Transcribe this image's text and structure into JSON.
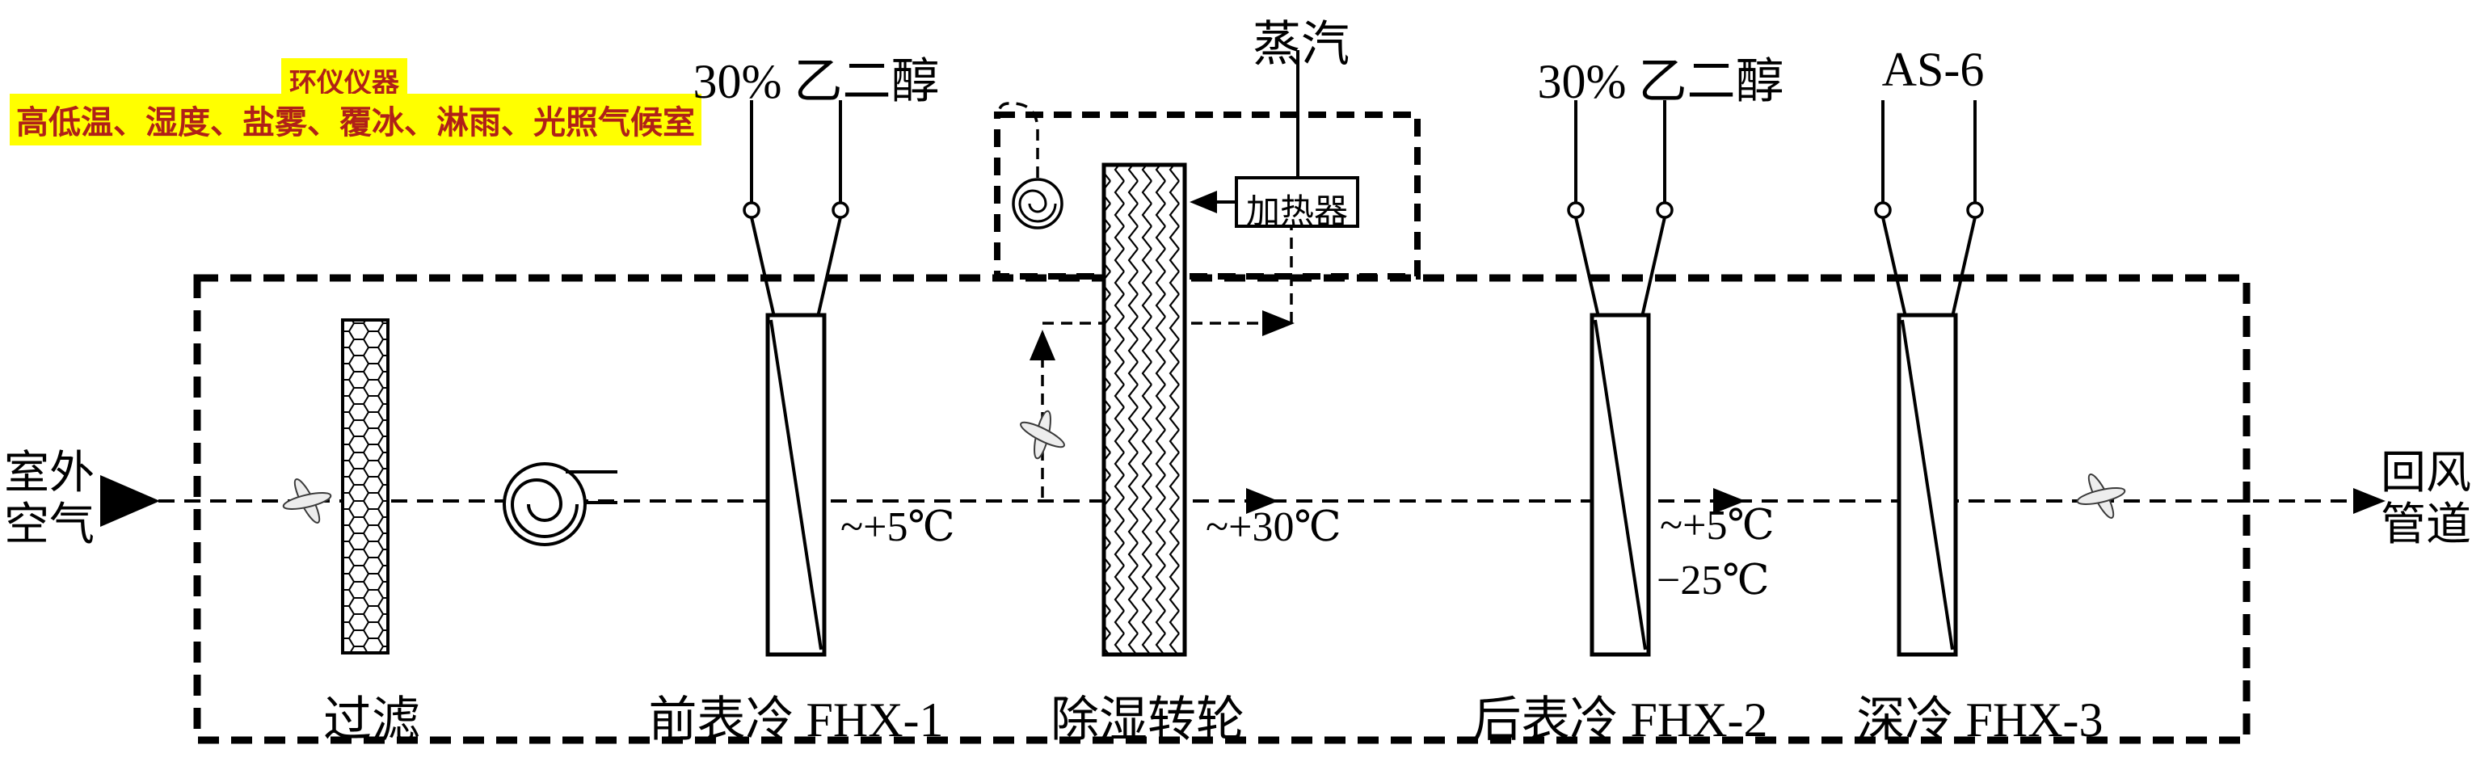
{
  "watermark": {
    "line1": "环仪仪器",
    "line2": "高低温、湿度、盐雾、覆冰、淋雨、光照气候室"
  },
  "top_labels": {
    "glycol_left": "30% 乙二醇",
    "steam": "蒸汽",
    "glycol_right": "30% 乙二醇",
    "as6": "AS-6"
  },
  "side_labels": {
    "inlet_line1": "室外",
    "inlet_line2": "空气",
    "outlet_line1": "回风",
    "outlet_line2": "管道"
  },
  "components": {
    "filter": "过滤",
    "precool": "前表冷 FHX-1",
    "wheel": "除湿转轮",
    "aftercool": "后表冷 FHX-2",
    "deepcool": "深冷 FHX-3",
    "heater": "加热器"
  },
  "temperatures": {
    "after_precool": "~+5℃",
    "after_wheel": "~+30℃",
    "after_aftercool_high": "~+5℃",
    "after_aftercool_low": "−25℃"
  },
  "icons": {
    "blower": "centrifugal-fan-icon",
    "regen_fan": "regen-fan-icon",
    "dampers": "propeller-icon",
    "filter_media": "honeycomb-pattern",
    "wheel_media": "zigzag-pattern",
    "coil_symbol": "rect-with-diagonal"
  },
  "colors": {
    "line": "#000000",
    "background": "#ffffff",
    "watermark_bg": "#ffff00",
    "watermark_text": "#b02018",
    "propeller_fill": "#ededed"
  }
}
